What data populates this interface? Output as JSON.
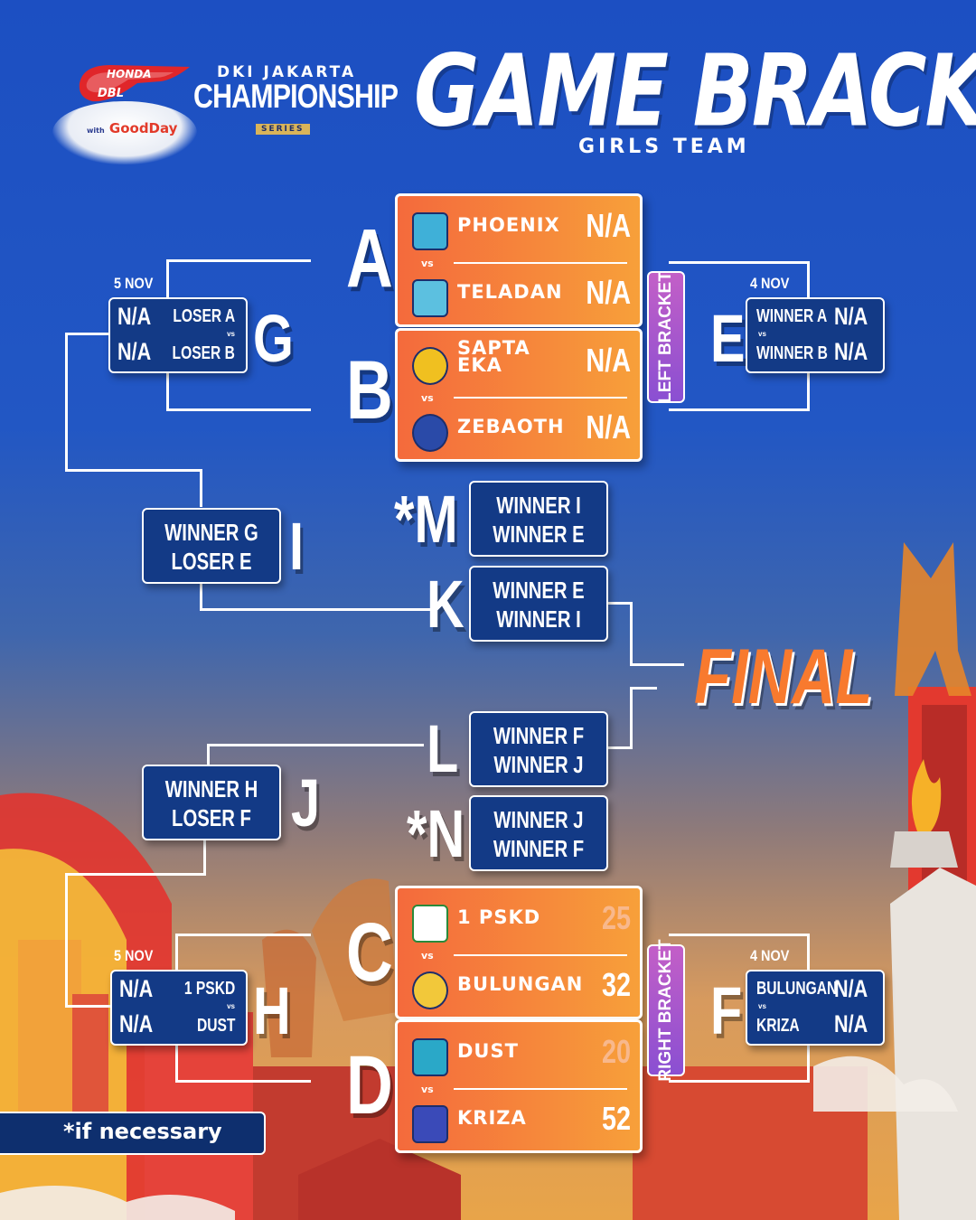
{
  "header": {
    "title": "GAME BRACKET",
    "subtitle": "GIRLS TEAM",
    "honda_logo": "HONDA",
    "dbl_logo": "DBL",
    "sponsor_with": "with",
    "sponsor": "GoodDay",
    "championship_top": "DKI JAKARTA",
    "championship_main": "CHAMPIONSHIP",
    "championship_bottom": "SERIES"
  },
  "matches": {
    "A": {
      "label": "A",
      "team1": "PHOENIX",
      "score1": "N/A",
      "team2": "TELADAN",
      "score2": "N/A",
      "vs": "vs"
    },
    "B": {
      "label": "B",
      "team1": "SAPTA EKA",
      "team1_l1": "SAPTA",
      "team1_l2": "EKA",
      "score1": "N/A",
      "team2": "ZEBAOTH",
      "score2": "N/A",
      "vs": "vs"
    },
    "C": {
      "label": "C",
      "team1": "1 PSKD",
      "score1": "25",
      "team2": "BULUNGAN",
      "score2": "32",
      "vs": "vs"
    },
    "D": {
      "label": "D",
      "team1": "DUST",
      "score1": "20",
      "team2": "KRIZA",
      "score2": "52",
      "vs": "vs"
    }
  },
  "small_boxes": {
    "G": {
      "label": "G",
      "date": "5 NOV",
      "s1": "N/A",
      "t1": "LOSER A",
      "s2": "N/A",
      "t2": "LOSER B",
      "vs": "vs"
    },
    "E": {
      "label": "E",
      "date": "4 NOV",
      "t1": "WINNER A",
      "s1": "N/A",
      "t2": "WINNER B",
      "s2": "N/A",
      "vs": "vs"
    },
    "H": {
      "label": "H",
      "date": "5 NOV",
      "s1": "N/A",
      "t1": "1 PSKD",
      "s2": "N/A",
      "t2": "DUST",
      "vs": "vs"
    },
    "F": {
      "label": "F",
      "date": "4 NOV",
      "t1": "BULUNGAN",
      "s1": "N/A",
      "t2": "KRIZA",
      "s2": "N/A",
      "vs": "vs"
    }
  },
  "wide_boxes": {
    "I": {
      "label": "I",
      "l1": "WINNER G",
      "l2": "LOSER E"
    },
    "M": {
      "label": "*M",
      "l1": "WINNER I",
      "l2": "WINNER E"
    },
    "K": {
      "label": "K",
      "l1": "WINNER E",
      "l2": "WINNER I"
    },
    "L": {
      "label": "L",
      "l1": "WINNER F",
      "l2": "WINNER J"
    },
    "J": {
      "label": "J",
      "l1": "WINNER H",
      "l2": "LOSER F"
    },
    "N": {
      "label": "*N",
      "l1": "WINNER J",
      "l2": "WINNER F"
    }
  },
  "bracket_tags": {
    "left": "LEFT BRACKET",
    "right": "RIGHT BRACKET"
  },
  "final_label": "FINAL",
  "footnote": "*if necessary",
  "colors": {
    "card_orange": "#f6893b",
    "navy_box": "#133a86",
    "sky_blue": "#1c4fc2",
    "bracket_purple": "#a558cc",
    "final_orange": "#f87a2e"
  }
}
